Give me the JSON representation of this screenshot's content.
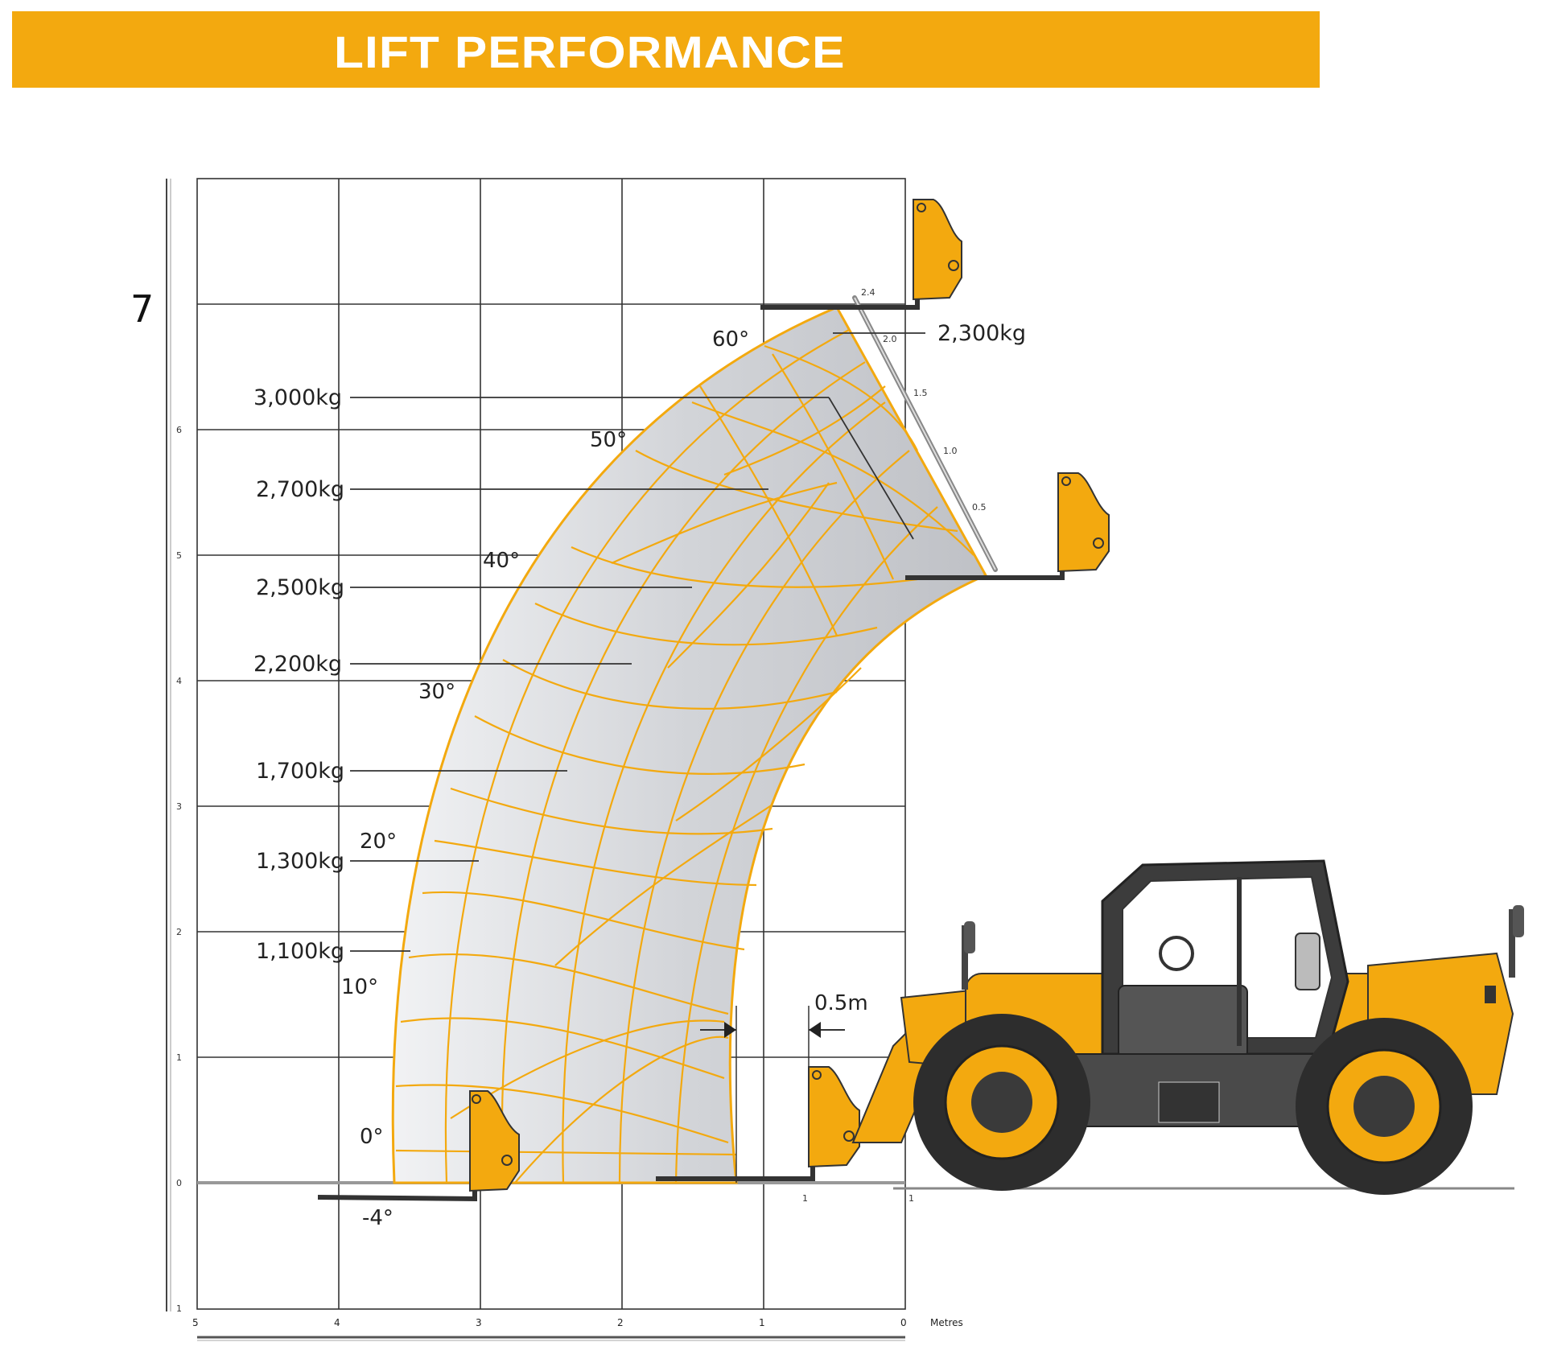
{
  "header": {
    "title": "LIFT PERFORMANCE"
  },
  "diagram": {
    "top_height_label": "7",
    "units_label": "Metres",
    "load_labels": [
      "3,000kg",
      "2,700kg",
      "2,500kg",
      "2,200kg",
      "1,700kg",
      "1,300kg",
      "1,100kg",
      "2,300kg"
    ],
    "angle_labels": [
      "60°",
      "50°",
      "40°",
      "30°",
      "20°",
      "10°",
      "0°",
      "-4°"
    ],
    "extension_marks": [
      "2.4",
      "2.0",
      "1.5",
      "1.0",
      "0.5"
    ],
    "gap_label": "0.5m",
    "vertical_axis_ticks": [
      "6",
      "5",
      "4",
      "3",
      "2",
      "1",
      "0",
      "1"
    ],
    "horizontal_axis_ticks": [
      "5",
      "4",
      "3",
      "2",
      "1",
      "0"
    ],
    "ground_ticks": [
      "1",
      "1"
    ],
    "colors": {
      "accent": "#f3a90f",
      "envelope": "#c9cbd0",
      "grid": "#333333"
    }
  }
}
